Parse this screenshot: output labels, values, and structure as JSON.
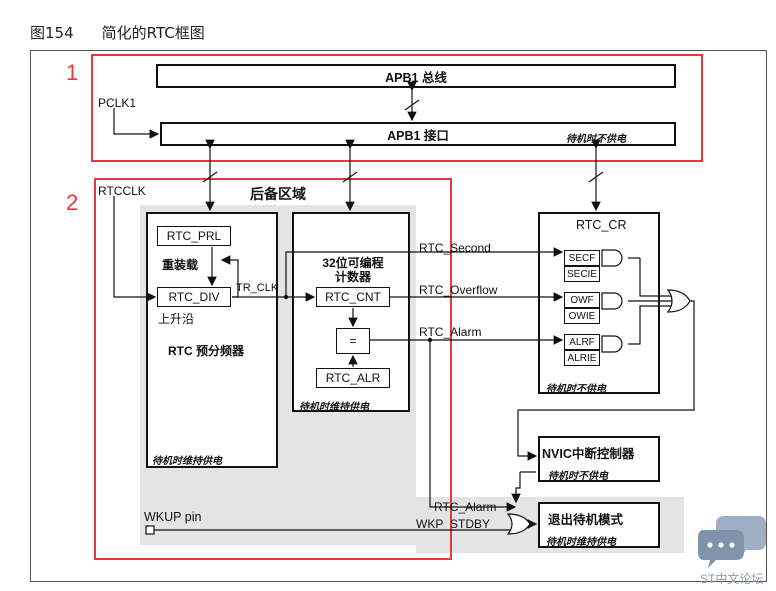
{
  "figure": {
    "number": "图154",
    "title": "简化的RTC框图"
  },
  "regions": {
    "region1_number": "1",
    "region2_number": "2"
  },
  "blocks": {
    "apb1_bus": "APB1 总线",
    "apb1_interface": "APB1 接口",
    "apb1_interface_note": "待机时不供电",
    "pclk1": "PCLK1",
    "rtcclk": "RTCCLK",
    "backup_domain": "后备区域",
    "rtc_prl": "RTC_PRL",
    "reload": "重装载",
    "rtc_div": "RTC_DIV",
    "rising_edge": "上升沿",
    "tr_clk": "TR_CLK",
    "prescaler": "RTC 预分频器",
    "prescaler_note": "待机时维持供电",
    "counter_title_line1": "32位可编程",
    "counter_title_line2": "计数器",
    "rtc_cnt": "RTC_CNT",
    "comparator": "=",
    "rtc_alr": "RTC_ALR",
    "counter_note": "待机时维持供电",
    "rtc_cr": "RTC_CR",
    "cr_bits": [
      "SECF",
      "SECIE",
      "OWF",
      "OWIE",
      "ALRF",
      "ALRIE"
    ],
    "cr_note": "待机时不供电",
    "sig_second": "RTC_Second",
    "sig_overflow": "RTC_Overflow",
    "sig_alarm": "RTC_Alarm",
    "sig_alarm2": "RTC_Alarm",
    "sig_wkp": "WKP_STDBY",
    "wkup_pin": "WKUP pin",
    "nvic": "NVIC中断控制器",
    "nvic_note": "待机时不供电",
    "exit_standby": "退出待机模式",
    "exit_note": "待机时维持供电"
  },
  "watermark": {
    "text": "ST中文论坛",
    "icon": "chat-bubbles-icon",
    "color": "#8a9bb0"
  },
  "colors": {
    "highlight_red": "#e53a3a",
    "backup_shade": "#e4e4e4"
  }
}
